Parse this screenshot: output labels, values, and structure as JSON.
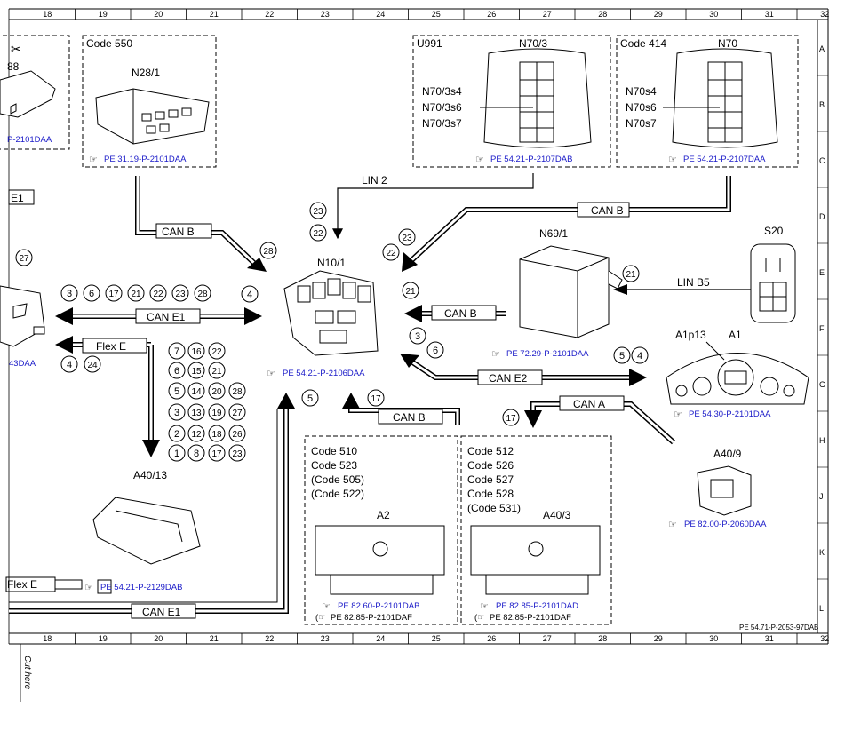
{
  "grid": {
    "columns": [
      "18",
      "19",
      "20",
      "21",
      "22",
      "23",
      "24",
      "25",
      "26",
      "27",
      "28",
      "29",
      "30",
      "31",
      "32"
    ],
    "rows": [
      "A",
      "B",
      "C",
      "D",
      "E",
      "F",
      "G",
      "H",
      "J",
      "K",
      "L"
    ],
    "cut_here": "Cut here",
    "doc_ref": "PE 54.71-P-2053-97DAB"
  },
  "components": {
    "n28_1": {
      "code": "Code 550",
      "label": "N28/1",
      "ref": "PE 31.19-P-2101DAA"
    },
    "n70_3": {
      "code": "U991",
      "label": "N70/3",
      "switches": [
        "N70/3s4",
        "N70/3s6",
        "N70/3s7"
      ],
      "ref": "PE 54.21-P-2107DAB"
    },
    "n70": {
      "code": "Code 414",
      "label": "N70",
      "switches": [
        "N70s4",
        "N70s6",
        "N70s7"
      ],
      "ref": "PE 54.21-P-2107DAA"
    },
    "n10_1": {
      "label": "N10/1",
      "ref": "PE 54.21-P-2106DAA"
    },
    "n69_1": {
      "label": "N69/1",
      "ref": "PE 72.29-P-2101DAA"
    },
    "s20": {
      "label": "S20"
    },
    "a1": {
      "label": "A1",
      "sub": "A1p13",
      "ref": "PE 54.30-P-2101DAA"
    },
    "a40_9": {
      "label": "A40/9",
      "ref": "PE 82.00-P-2060DAA"
    },
    "a40_13": {
      "label": "A40/13",
      "ref": "PE 54.21-P-2129DAB"
    },
    "a2": {
      "codes": [
        "Code 510",
        "Code 523",
        "(Code 505)",
        "(Code 522)"
      ],
      "label": "A2",
      "ref": "PE 82.60-P-2101DAB",
      "ref2": "PE 82.85-P-2101DAF"
    },
    "a40_3": {
      "codes": [
        "Code 512",
        "Code 526",
        "Code 527",
        "Code 528",
        "(Code 531)"
      ],
      "label": "A40/3",
      "ref": "PE 82.85-P-2101DAD",
      "ref2": "PE 82.85-P-2101DAF"
    },
    "left_partial": {
      "num": "88",
      "ref": "P-2101DAA",
      "e1": "E1",
      "ref2": "43DAA"
    }
  },
  "buses": {
    "lin2": "LIN 2",
    "canb_top": "CAN B",
    "canb_left": "CAN B",
    "canb_n69": "CAN B",
    "canb_bottom": "CAN B",
    "cane1": "CAN E1",
    "flexe": "Flex E",
    "cane2": "CAN E2",
    "cana": "CAN A",
    "linb5": "LIN B5",
    "cane1_bottom": "CAN E1",
    "flexe_bottom": "Flex E"
  },
  "circles": {
    "c27": "27",
    "c28": "28",
    "c4a": "4",
    "c23a": "23",
    "c22a": "22",
    "c23b": "23",
    "c22b": "22",
    "c21a": "21",
    "c21b": "21",
    "c3": "3",
    "c6": "6",
    "c5a": "5",
    "c4b": "4",
    "c17a": "17",
    "c17b": "17",
    "c5b": "5",
    "cl_row": [
      "3",
      "6",
      "17",
      "21",
      "22",
      "23",
      "28"
    ],
    "cl_4": "4",
    "cl_24": "24",
    "grid_l": [
      "7",
      "6",
      "5",
      "3",
      "2",
      "1"
    ],
    "grid_c": [
      "16",
      "15",
      "14",
      "13",
      "12",
      "8"
    ],
    "grid_r": [
      "22",
      "21",
      "20",
      "19",
      "18",
      "17"
    ],
    "grid_rr": [
      "28",
      "27",
      "26",
      "23"
    ]
  }
}
